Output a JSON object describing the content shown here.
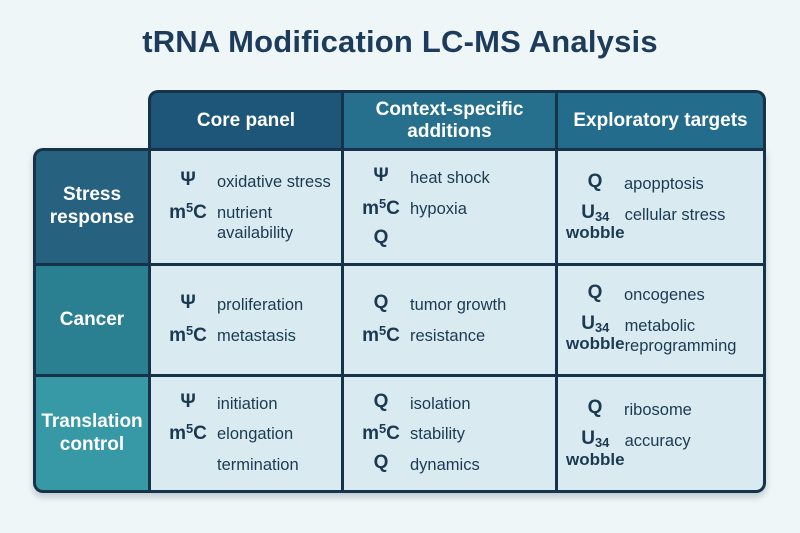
{
  "title": "tRNA Modification LC-MS Analysis",
  "columns": [
    {
      "label": "Core panel"
    },
    {
      "label": "Context-specific additions"
    },
    {
      "label": "Exploratory targets"
    }
  ],
  "rows": [
    {
      "label": "Stress response",
      "cells": [
        {
          "entries": [
            {
              "symbol": "Ψ",
              "label": "oxidative stress"
            },
            {
              "symbol": "m5C",
              "label": "nutrient availability"
            }
          ]
        },
        {
          "entries": [
            {
              "symbol": "Ψ",
              "label": "heat shock"
            },
            {
              "symbol": "m5C",
              "label": "hypoxia"
            },
            {
              "symbol": "Q",
              "label": ""
            }
          ]
        },
        {
          "entries": [
            {
              "symbol": "Q",
              "label": "apopptosis"
            },
            {
              "symbol": "U34 wobble",
              "label": "cellular stress"
            }
          ]
        }
      ]
    },
    {
      "label": "Cancer",
      "cells": [
        {
          "entries": [
            {
              "symbol": "Ψ",
              "label": "proliferation"
            },
            {
              "symbol": "m5C",
              "label": "metastasis"
            }
          ]
        },
        {
          "entries": [
            {
              "symbol": "Q",
              "label": "tumor growth"
            },
            {
              "symbol": "m5C",
              "label": "resistance"
            }
          ]
        },
        {
          "entries": [
            {
              "symbol": "Q",
              "label": "oncogenes"
            },
            {
              "symbol": "U34 wobble",
              "label": "metabolic reprogramming"
            }
          ]
        }
      ]
    },
    {
      "label": "Translation control",
      "cells": [
        {
          "entries": [
            {
              "symbol": "Ψ",
              "label": "initiation"
            },
            {
              "symbol": "m5C",
              "label": "elongation"
            },
            {
              "symbol": "",
              "label": "termination"
            }
          ]
        },
        {
          "entries": [
            {
              "symbol": "Q",
              "label": "isolation"
            },
            {
              "symbol": "m5C",
              "label": "stability"
            },
            {
              "symbol": "Q",
              "label": "dynamics"
            }
          ]
        },
        {
          "entries": [
            {
              "symbol": "Q",
              "label": "ribosome"
            },
            {
              "symbol": "U34 wobble",
              "label": "accuracy"
            }
          ]
        }
      ]
    }
  ],
  "colors": {
    "page_bg": "#eef6f8",
    "border": "#17334a",
    "title_text": "#1d3c5c",
    "cell_bg": "#d9ebf1",
    "cell_text": "#1b3a52",
    "header_core": "#1d5679",
    "header_context": "#26708d",
    "header_exploratory": "#236c8b",
    "row_stress": "#26617f",
    "row_cancer": "#2a7f91",
    "row_translation": "#3699a5"
  }
}
